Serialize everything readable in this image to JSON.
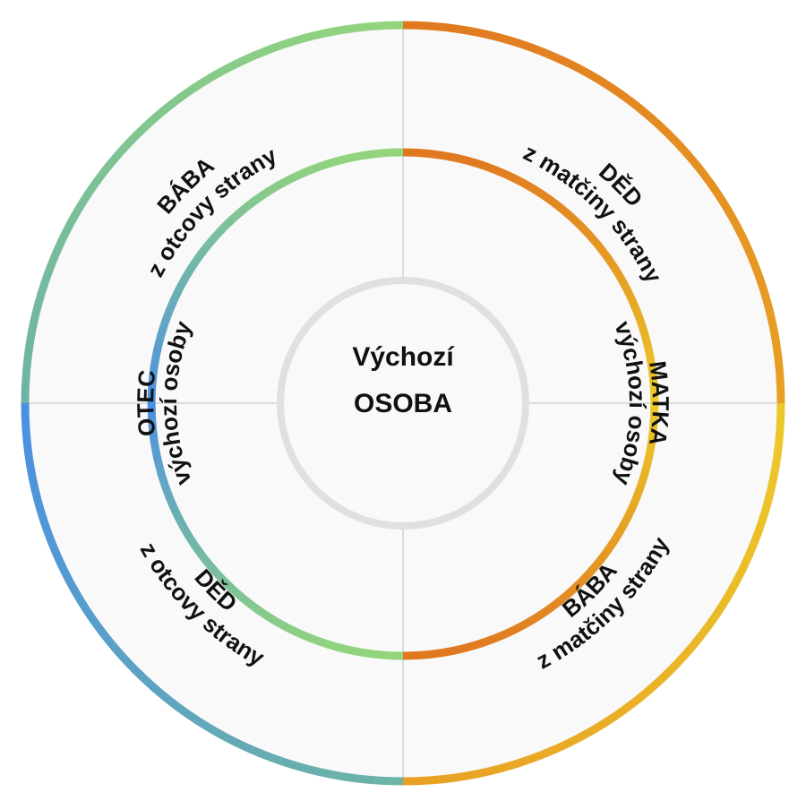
{
  "center": {
    "line1": "Výchozí",
    "line2": "OSOBA"
  },
  "parents": {
    "father": {
      "name": "OTEC",
      "relation": "výchozí osoby"
    },
    "mother": {
      "name": "MATKA",
      "relation": "výchozí osoby"
    }
  },
  "grandparents": {
    "paternal_grandmother": {
      "name": "BÁBA",
      "relation": "z otcovy strany"
    },
    "maternal_grandfather": {
      "name": "DĚD",
      "relation": "z matčiny strany"
    },
    "paternal_grandfather": {
      "name": "DĚD",
      "relation": "z otcovy strany"
    },
    "maternal_grandmother": {
      "name": "BÁBA",
      "relation": "z matčiny strany"
    }
  },
  "colors": {
    "background": "#ffffff",
    "segment_fill": "#f9f9f9",
    "divider": "#dcdcdc",
    "center_ring": "#e0e0e0",
    "paternal_green": "#93d57c",
    "paternal_teal": "#6eb4a6",
    "paternal_blue": "#4a90e2",
    "maternal_orange": "#e07820",
    "maternal_amber": "#e8a024",
    "maternal_yellow": "#ecc92a",
    "text": "#111111"
  }
}
